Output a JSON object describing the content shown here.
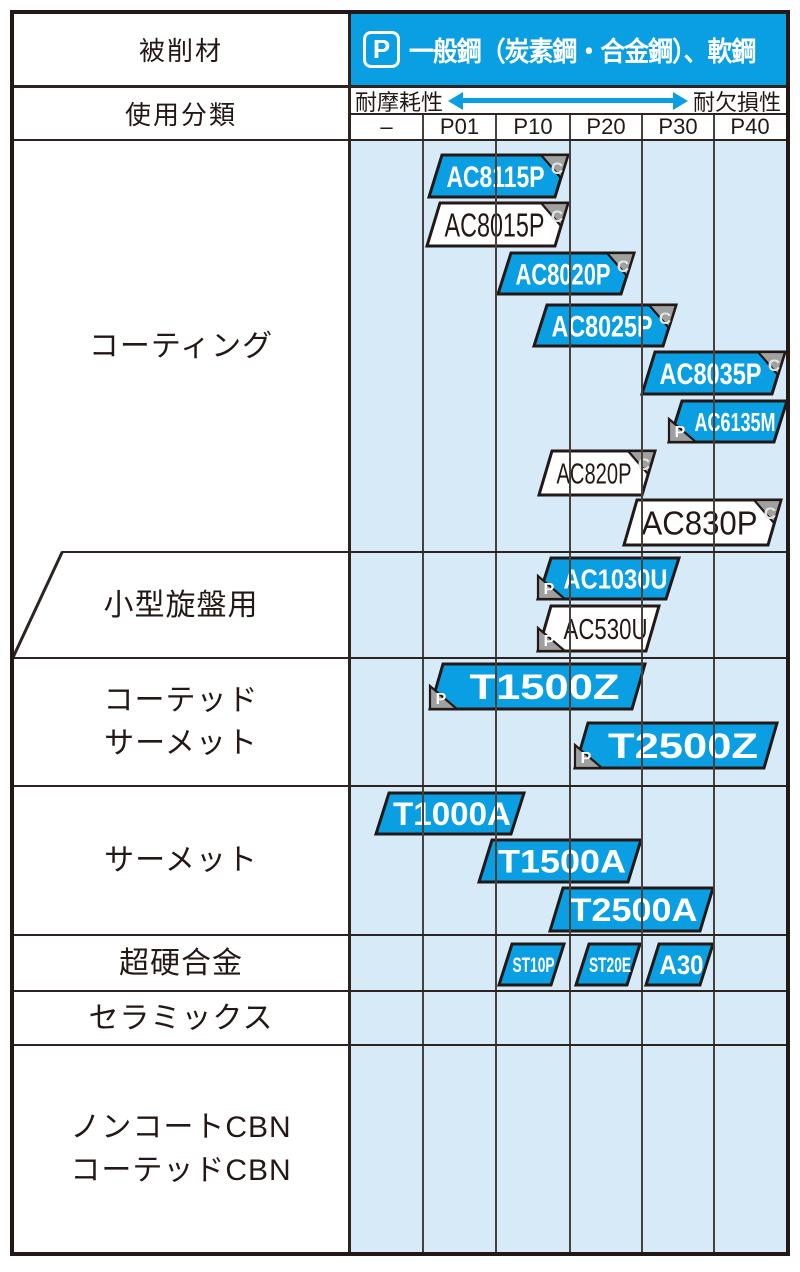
{
  "header": {
    "work_material_label": "被削材",
    "usage_class_label": "使用分類",
    "p_class_symbol": "P",
    "work_material_value": "一般鋼（炭素鋼・合金鋼）、軟鋼",
    "axis_left": "耐摩耗性",
    "axis_right": "耐欠損性",
    "columns": [
      "–",
      "P01",
      "P10",
      "P20",
      "P30",
      "P40"
    ]
  },
  "badges": {
    "coated": "C",
    "p_type": "P"
  },
  "colors": {
    "accent_blue": "#0A9FE2",
    "body_blue": "#D7EAF8",
    "line_dark": "#231815",
    "badge_gray": "#9FA0A0",
    "c_letter": "#E4E5E5"
  },
  "chart_data": {
    "type": "range-bar",
    "x_categories": [
      "–",
      "P01",
      "P10",
      "P20",
      "P30",
      "P40"
    ],
    "x_axis_left_label": "耐摩耗性",
    "x_axis_right_label": "耐欠損性",
    "legend": "blue = coated grade chip, white = uncoated chip, C = coated corner mark, P = P-type mark",
    "rows": [
      {
        "lines": [
          "コーティング"
        ],
        "grades": [
          {
            "label": "AC8115P",
            "variant": "blue",
            "corner_badge": "C",
            "p_range": [
              "P01",
              "P10"
            ]
          },
          {
            "label": "AC8015P",
            "variant": "white",
            "corner_badge": "C",
            "p_range": [
              "P01",
              "P10"
            ]
          },
          {
            "label": "AC8020P",
            "variant": "blue",
            "corner_badge": "C",
            "p_range": [
              "P10",
              "P20"
            ]
          },
          {
            "label": "AC8025P",
            "variant": "blue",
            "corner_badge": "C",
            "p_range": [
              "P10",
              "P30"
            ]
          },
          {
            "label": "AC8035P",
            "variant": "blue",
            "corner_badge": "C",
            "p_range": [
              "P30",
              "P40"
            ]
          },
          {
            "label": "AC6135M",
            "variant": "blue",
            "side_badge": "P",
            "p_range": [
              "P30",
              "P40"
            ]
          },
          {
            "label": "AC820P",
            "variant": "white",
            "corner_badge": "C",
            "p_range": [
              "P10",
              "P30"
            ]
          },
          {
            "label": "AC830P",
            "variant": "white",
            "corner_badge": "C",
            "p_range": [
              "P20",
              "P40"
            ]
          }
        ]
      },
      {
        "lines": [
          "小型旋盤用"
        ],
        "grades": [
          {
            "label": "AC1030U",
            "variant": "blue",
            "side_badge": "P",
            "p_range": [
              "P10",
              "P30"
            ]
          },
          {
            "label": "AC530U",
            "variant": "white",
            "side_badge": "P",
            "p_range": [
              "P10",
              "P30"
            ]
          }
        ]
      },
      {
        "lines": [
          "コーテッド",
          "サーメット"
        ],
        "grades": [
          {
            "label": "T1500Z",
            "variant": "blue",
            "side_badge": "P",
            "p_range": [
              "P01",
              "P20"
            ]
          },
          {
            "label": "T2500Z",
            "variant": "blue",
            "side_badge": "P",
            "p_range": [
              "P20",
              "P40"
            ]
          }
        ]
      },
      {
        "lines": [
          "サーメット"
        ],
        "grades": [
          {
            "label": "T1000A",
            "variant": "blue",
            "p_range": [
              "–",
              "P10"
            ]
          },
          {
            "label": "T1500A",
            "variant": "blue",
            "p_range": [
              "P01",
              "P20"
            ]
          },
          {
            "label": "T2500A",
            "variant": "blue",
            "p_range": [
              "P10",
              "P30"
            ]
          }
        ]
      },
      {
        "lines": [
          "超硬合金"
        ],
        "grades": [
          {
            "label": "ST10P",
            "variant": "blue",
            "p_range": [
              "P10",
              "P10"
            ]
          },
          {
            "label": "ST20E",
            "variant": "blue",
            "p_range": [
              "P20",
              "P20"
            ]
          },
          {
            "label": "A30",
            "variant": "blue",
            "p_range": [
              "P30",
              "P30"
            ]
          }
        ]
      },
      {
        "lines": [
          "セラミックス"
        ],
        "grades": []
      },
      {
        "lines": [
          "ノンコートCBN",
          "コーテッドCBN"
        ],
        "grades": []
      }
    ]
  }
}
